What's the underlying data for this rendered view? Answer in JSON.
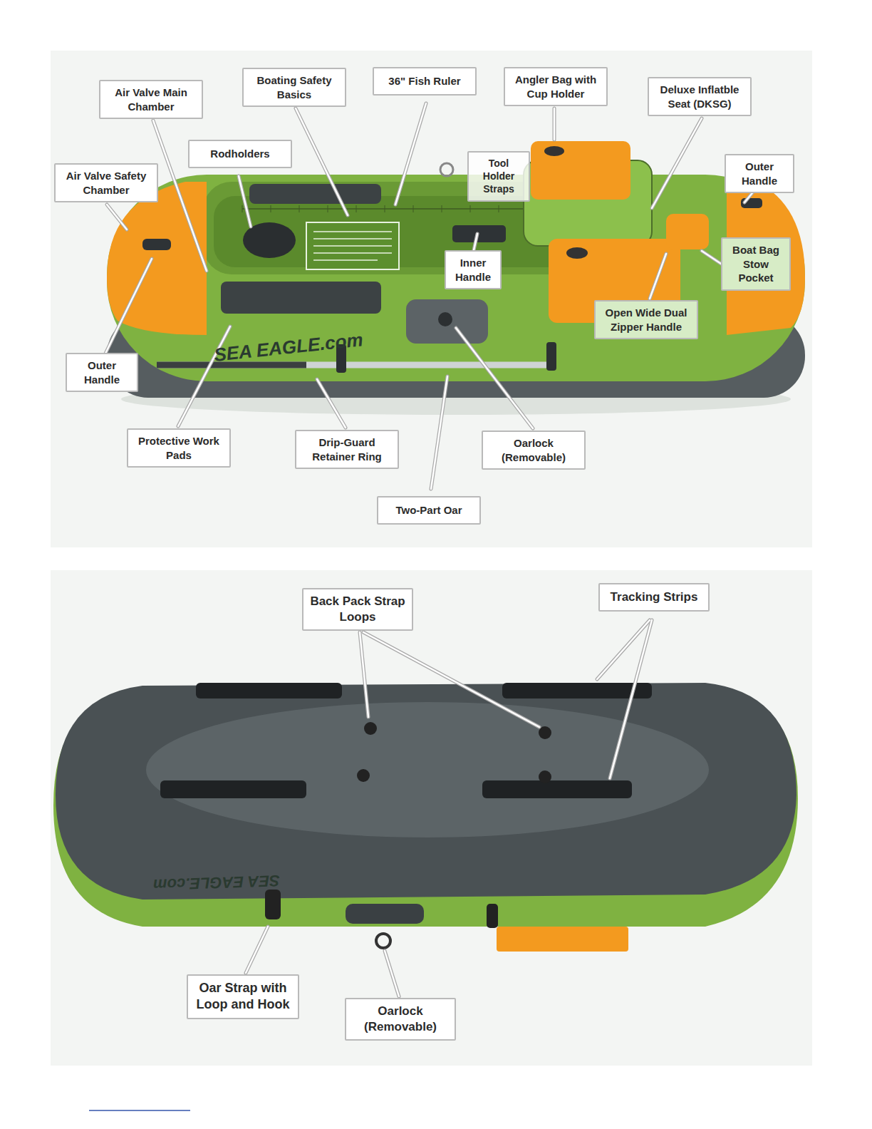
{
  "diagram": {
    "nodes": [
      {
        "text": [
          "Air Valve Main Chamber"
        ]
      },
      {
        "text": [
          "Boating Safety Basics"
        ]
      },
      {
        "text": [
          "36\" Fish Ruler"
        ]
      },
      {
        "text": [
          "Angler Bag with Cup Holder"
        ]
      },
      {
        "text": [
          "Deluxe Inflatble Seat (DKSG)"
        ]
      },
      {
        "text": [
          "Rodholders"
        ]
      },
      {
        "text": [
          "Air Valve Safety Chamber"
        ]
      },
      {
        "text": [
          "Tool Holder Straps"
        ]
      },
      {
        "text": [
          "Outer Handle"
        ]
      },
      {
        "text": [
          "Boat Bag Stow Pocket"
        ]
      },
      {
        "text": [
          "Inner Handle"
        ]
      },
      {
        "text": [
          "Open Wide Dual Zipper Handle"
        ]
      },
      {
        "text": [
          "Outer Handle"
        ]
      },
      {
        "text": [
          "Protective Work Pads"
        ]
      },
      {
        "text": [
          "Drip-Guard Retainer Ring"
        ]
      },
      {
        "text": [
          "Oarlock (Removable)"
        ]
      },
      {
        "text": [
          "Two-Part Oar"
        ]
      },
      {
        "text": [
          "Back Pack Strap Loops"
        ]
      },
      {
        "text": [
          "Tracking Strips"
        ]
      },
      {
        "text": [
          "Oar Strap with Loop and Hook"
        ]
      },
      {
        "text": [
          "Oarlock (Removable)"
        ]
      }
    ],
    "labels": [
      "SEA EAGLE.com",
      "SEA EAGLE.com"
    ]
  }
}
